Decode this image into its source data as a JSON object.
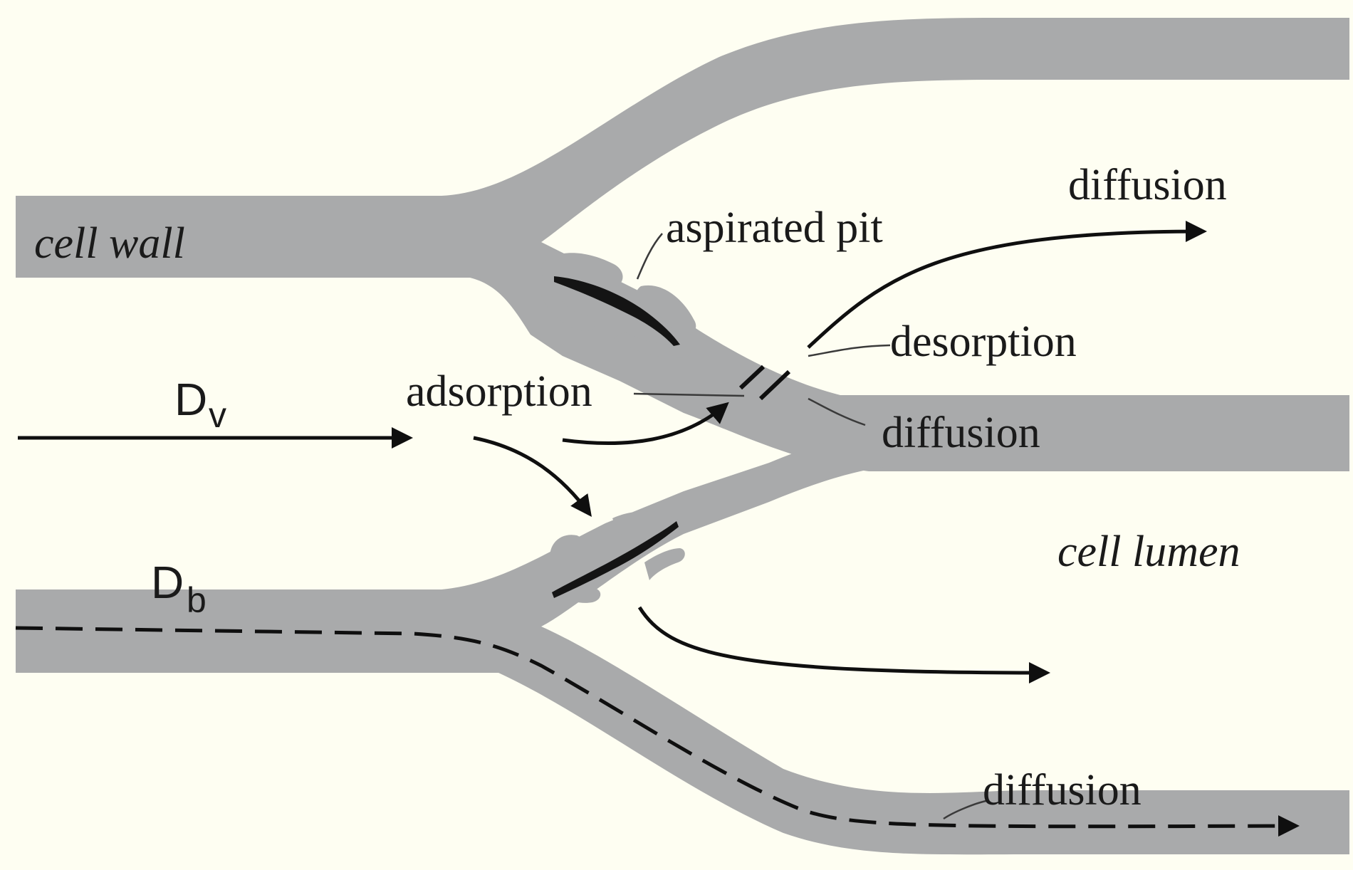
{
  "diagram": {
    "colors": {
      "background": "#fefef2",
      "wall": "#a9aaab",
      "arrow": "#0f0f0f"
    },
    "labels": {
      "cell_wall": "cell wall",
      "cell_lumen": "cell lumen",
      "aspirated_pit": "aspirated pit",
      "adsorption": "adsorption",
      "desorption": "desorption",
      "diffusion_top": "diffusion",
      "diffusion_middle": "diffusion",
      "diffusion_bottom": "diffusion",
      "dv_main": "D",
      "dv_sub": "v",
      "db_main": "D",
      "db_sub": "b"
    }
  }
}
